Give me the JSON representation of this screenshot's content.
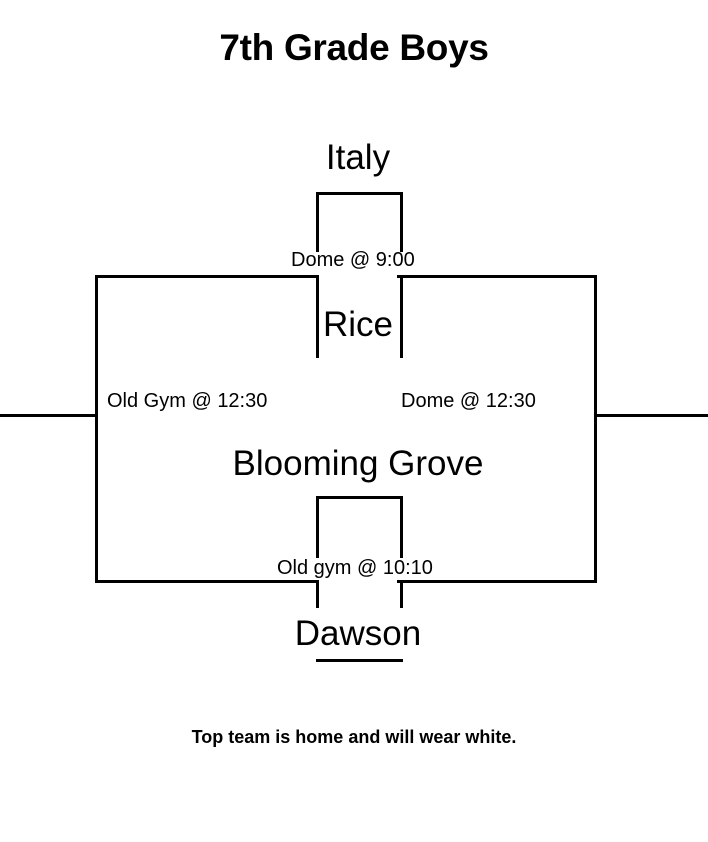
{
  "title": "7th Grade Boys",
  "footer": {
    "note": "Top team is home and will wear white."
  },
  "bracket": {
    "type": "single-elimination",
    "teams": [
      {
        "id": "italy",
        "name": "Italy",
        "position": "top"
      },
      {
        "id": "rice",
        "name": "Rice",
        "position": "upper-middle"
      },
      {
        "id": "blooming-grove",
        "name": "Blooming Grove",
        "position": "lower-middle"
      },
      {
        "id": "dawson",
        "name": "Dawson",
        "position": "bottom"
      }
    ],
    "matches": [
      {
        "id": "semifinal-upper",
        "label": "Dome @ 9:00",
        "venue": "Dome",
        "time": "9:00",
        "teams": [
          "Italy",
          "Rice"
        ]
      },
      {
        "id": "semifinal-lower",
        "label": "Old gym @ 10:10",
        "venue": "Old gym",
        "time": "10:10",
        "teams": [
          "Blooming Grove",
          "Dawson"
        ]
      },
      {
        "id": "final-left",
        "label": "Old Gym @ 12:30",
        "venue": "Old Gym",
        "time": "12:30"
      },
      {
        "id": "final-right",
        "label": "Dome @ 12:30",
        "venue": "Dome",
        "time": "12:30"
      }
    ]
  },
  "colors": {
    "line": "#000000",
    "text": "#000000",
    "background": "#ffffff"
  }
}
